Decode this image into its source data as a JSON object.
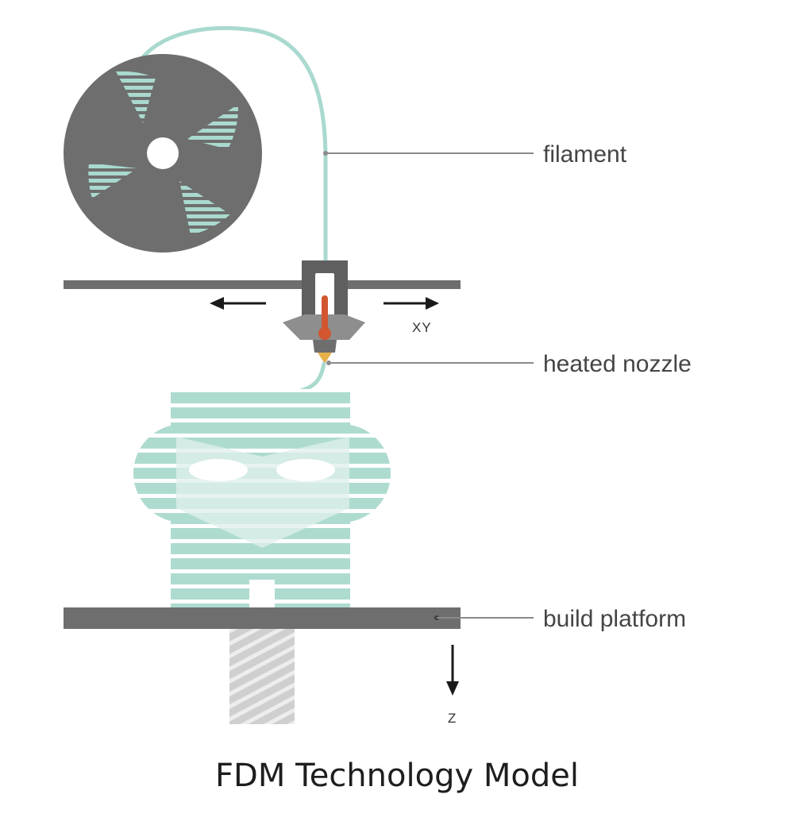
{
  "labels": {
    "filament": "filament",
    "heated_nozzle": "heated nozzle",
    "build_platform": "build platform",
    "xy_axis": "XY",
    "z_axis": "Z"
  },
  "caption": "FDM Technology Model",
  "colors": {
    "gray_dark": "#6e6e6e",
    "filament": "#a9d9cf",
    "print_teal": "#aedbd0",
    "face": "#dff0ec",
    "thermometer": "#d2562f",
    "nozzle_tip": "#e8b04a",
    "screw": "#d8d8d8",
    "leader_line": "#8a8a8a"
  },
  "icons": [
    "filament-spool-icon",
    "print-head-icon",
    "thermometer-icon",
    "lead-screw-icon",
    "arrow-left-icon",
    "arrow-right-icon",
    "arrow-down-icon"
  ]
}
